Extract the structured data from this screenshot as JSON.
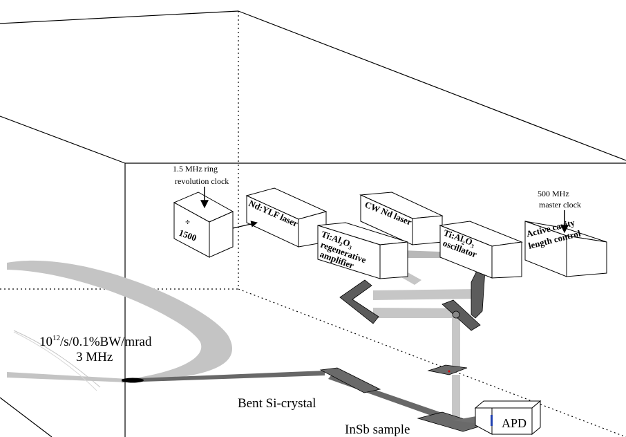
{
  "labels": {
    "ring_clock_line1": "1.5 MHz ring",
    "ring_clock_line2": "revolution clock",
    "divider_line1": "÷",
    "divider_line2": "1500",
    "ndylf": "Nd:YLF laser",
    "cw_nd": "CW Nd laser",
    "regen_line1": "Ti:Al",
    "regen_sub2": "2",
    "regen_o": "O",
    "regen_sub3": "3",
    "regen_line2": "regenerative",
    "regen_line3": "amplifier",
    "osc_line1": "Ti:Al",
    "osc_sub2": "2",
    "osc_o": "O",
    "osc_sub3": "3",
    "osc_line2": "oscillator",
    "master_clock_line1": "500 MHz",
    "master_clock_line2": "master clock",
    "cavity_line1": "Active cavity",
    "cavity_line2": "length control",
    "flux_prefix": "10",
    "flux_exp": "12",
    "flux_suffix": "/s/0.1%BW/mrad",
    "freq": "3 MHz",
    "bent_crystal": "Bent Si-crystal",
    "sample": "InSb sample",
    "apd": "APD"
  }
}
